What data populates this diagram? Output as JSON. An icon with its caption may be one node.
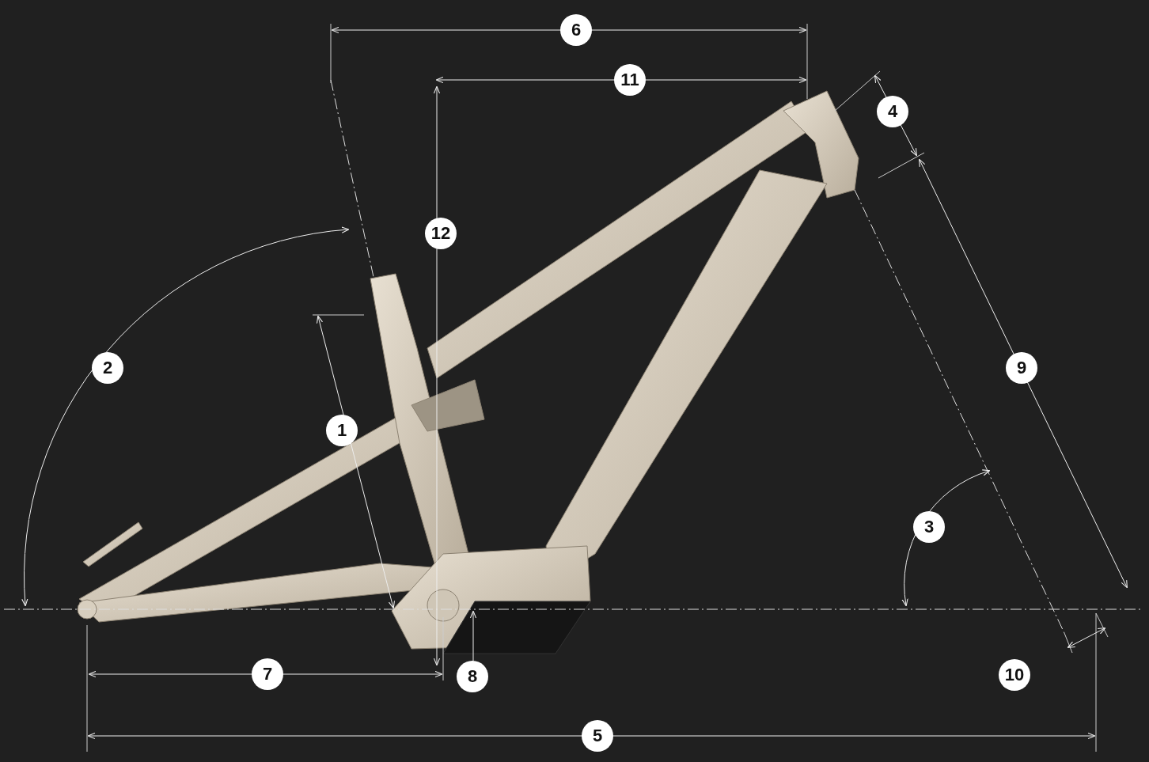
{
  "diagram": {
    "labels": [
      "6",
      "11",
      "4",
      "12",
      "2",
      "9",
      "1",
      "3",
      "7",
      "8",
      "10",
      "5"
    ]
  }
}
